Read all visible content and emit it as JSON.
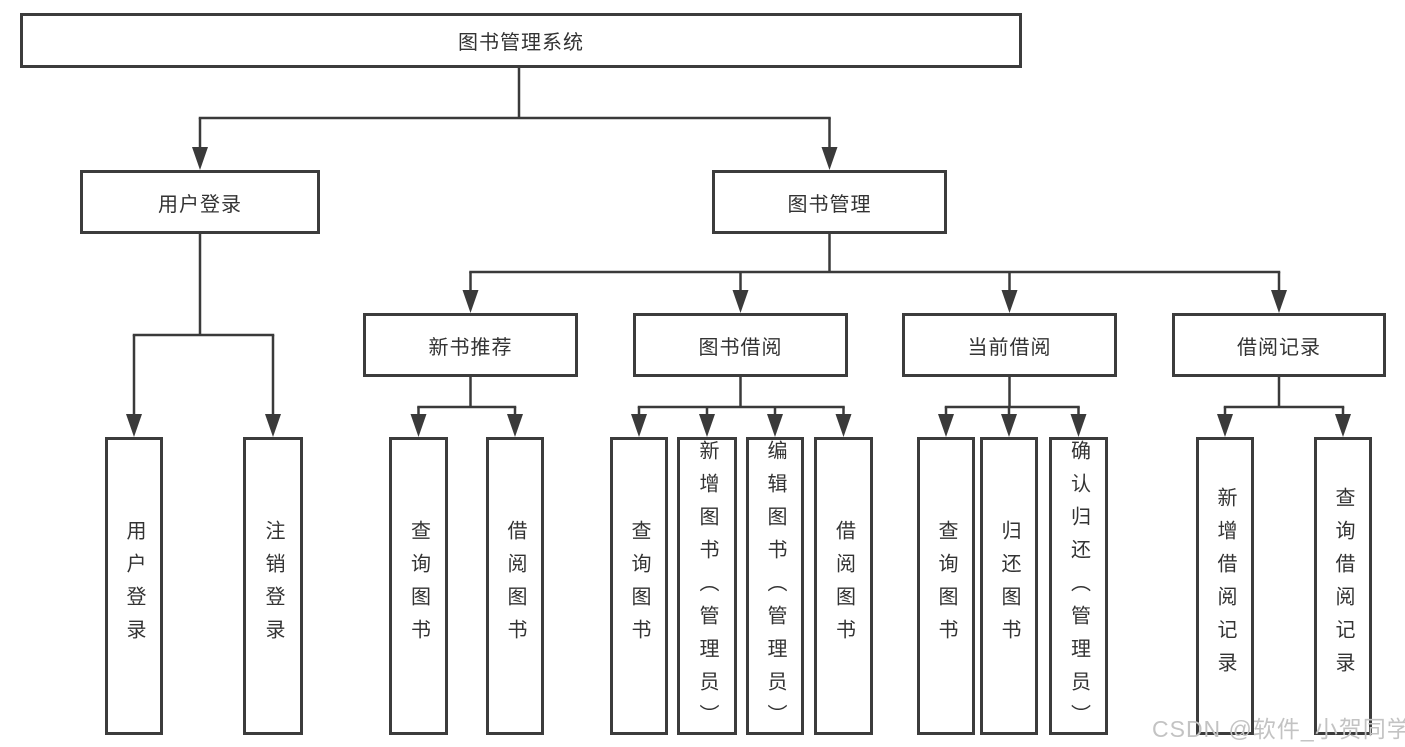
{
  "diagram": {
    "watermark": "CSDN @软件_小贺同学",
    "colors": {
      "line": "#3a3a3a",
      "border": "#3c3c3c",
      "text": "#333333",
      "background": "#ffffff",
      "watermark": "#c3c3c3"
    },
    "tree": {
      "label": "图书管理系统",
      "children": [
        {
          "label": "用户登录",
          "children": [
            {
              "label": "用户登录"
            },
            {
              "label": "注销登录"
            }
          ]
        },
        {
          "label": "图书管理",
          "children": [
            {
              "label": "新书推荐",
              "children": [
                {
                  "label": "查询图书"
                },
                {
                  "label": "借阅图书"
                }
              ]
            },
            {
              "label": "图书借阅",
              "children": [
                {
                  "label": "查询图书"
                },
                {
                  "label": "新增图书（管理员）"
                },
                {
                  "label": "编辑图书（管理员）"
                },
                {
                  "label": "借阅图书"
                }
              ]
            },
            {
              "label": "当前借阅",
              "children": [
                {
                  "label": "查询图书"
                },
                {
                  "label": "归还图书"
                },
                {
                  "label": "确认归还（管理员）"
                }
              ]
            },
            {
              "label": "借阅记录",
              "children": [
                {
                  "label": "新增借阅记录"
                },
                {
                  "label": "查询借阅记录"
                }
              ]
            }
          ]
        }
      ]
    }
  }
}
